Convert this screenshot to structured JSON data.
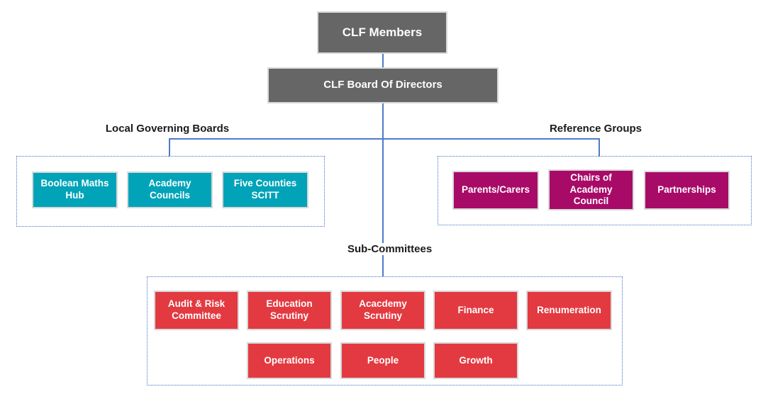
{
  "nodes": {
    "members": "CLF Members",
    "board": "CLF Board Of Directors"
  },
  "sections": {
    "local_governing_boards": {
      "title": "Local Governing Boards",
      "items": [
        "Boolean Maths Hub",
        "Academy Councils",
        "Five Counties SCITT"
      ]
    },
    "reference_groups": {
      "title": "Reference Groups",
      "items": [
        "Parents/Carers",
        "Chairs of Academy Council",
        "Partnerships"
      ]
    },
    "sub_committees": {
      "title": "Sub-Committees",
      "row1": [
        "Audit & Risk Committee",
        "Education Scrutiny",
        "Acacdemy Scrutiny",
        "Finance",
        "Renumeration"
      ],
      "row2": [
        "Operations",
        "People",
        "Growth"
      ]
    }
  },
  "colors": {
    "node_gray": "#666666",
    "teal": "#00a3b8",
    "magenta": "#a80a68",
    "red": "#e23a40",
    "connector_blue": "#4d7cc9",
    "zone_border_blue": "#4472c4",
    "box_border": "#d9d9d9",
    "heading_text": "#1b1b1b",
    "box_text": "#ffffff"
  }
}
